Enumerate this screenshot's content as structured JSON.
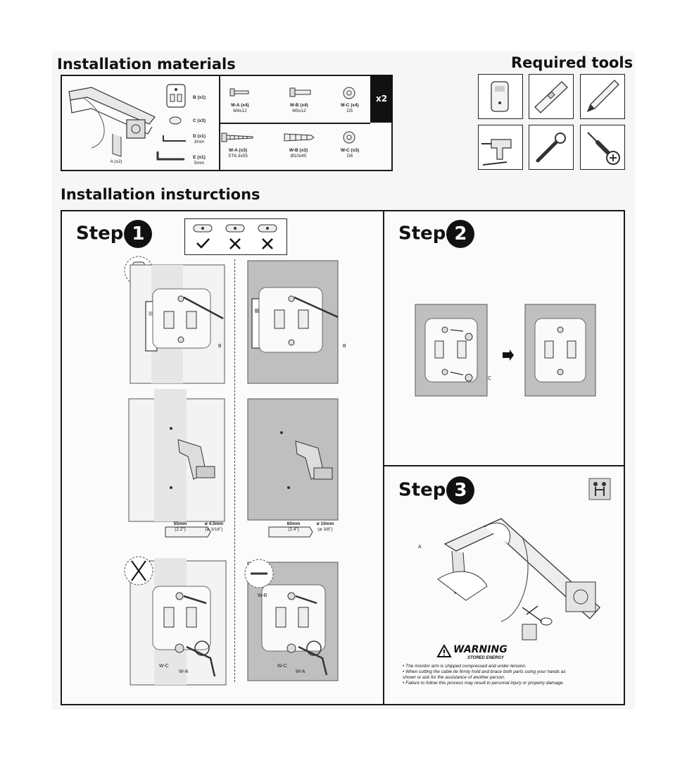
{
  "headings": {
    "materials": "Installation materials",
    "tools": "Required tools",
    "instructions": "Installation insturctions"
  },
  "materials": {
    "arm_label": "A (x2)",
    "small_parts": [
      {
        "title": "B (x1)",
        "sub": ""
      },
      {
        "title": "C (x3)",
        "sub": ""
      },
      {
        "title": "D (x1)",
        "sub": "3mm"
      },
      {
        "title": "E (x1)",
        "sub": "5mm"
      }
    ],
    "multiplier": "x2",
    "row1": [
      {
        "title": "M-A (x4)",
        "sub": "M4x12"
      },
      {
        "title": "M-B (x4)",
        "sub": "M5x12"
      },
      {
        "title": "M-C (x4)",
        "sub": "D5"
      }
    ],
    "row2": [
      {
        "title": "W-A (x3)",
        "sub": "ST6.3x55"
      },
      {
        "title": "W-B (x3)",
        "sub": "Ø10x45"
      },
      {
        "title": "W-C (x3)",
        "sub": "D6"
      }
    ]
  },
  "tools": [
    "stud-finder-icon",
    "spirit-level-icon",
    "pencil-icon",
    "power-drill-icon",
    "wrench-icon",
    "phillips-screwdriver-icon"
  ],
  "step1": {
    "word": "Step",
    "num": "1",
    "label_b_left": "B",
    "label_b_right": "B",
    "drill_left": {
      "depth": "55mm",
      "depth_in": "(2.2\")",
      "bit": "ø 4.5mm",
      "bit_in": "(ø 3/16\")"
    },
    "drill_right": {
      "depth": "60mm",
      "depth_in": "(2.4\")",
      "bit": "ø 10mm",
      "bit_in": "(ø 3/8\")"
    },
    "label_wb": "W-B",
    "label_wc_left": "W-C",
    "label_wa_left": "W-A",
    "label_wc_right": "W-C",
    "label_wa_right": "W-A"
  },
  "step2": {
    "word": "Step",
    "num": "2",
    "label_c": "C"
  },
  "step3": {
    "word": "Step",
    "num": "3",
    "label_a": "A",
    "warning_title": "WARNING",
    "warning_sub": "STORED ENERGY",
    "warning_items": [
      "The monitor arm is shipped compressed and under tension.",
      "When cutting the cable tie firmly hold and brace both parts using your hands as shown or ask for the assistance of another person.",
      "Failure to follow this process may result in personal injury or property damage."
    ]
  }
}
